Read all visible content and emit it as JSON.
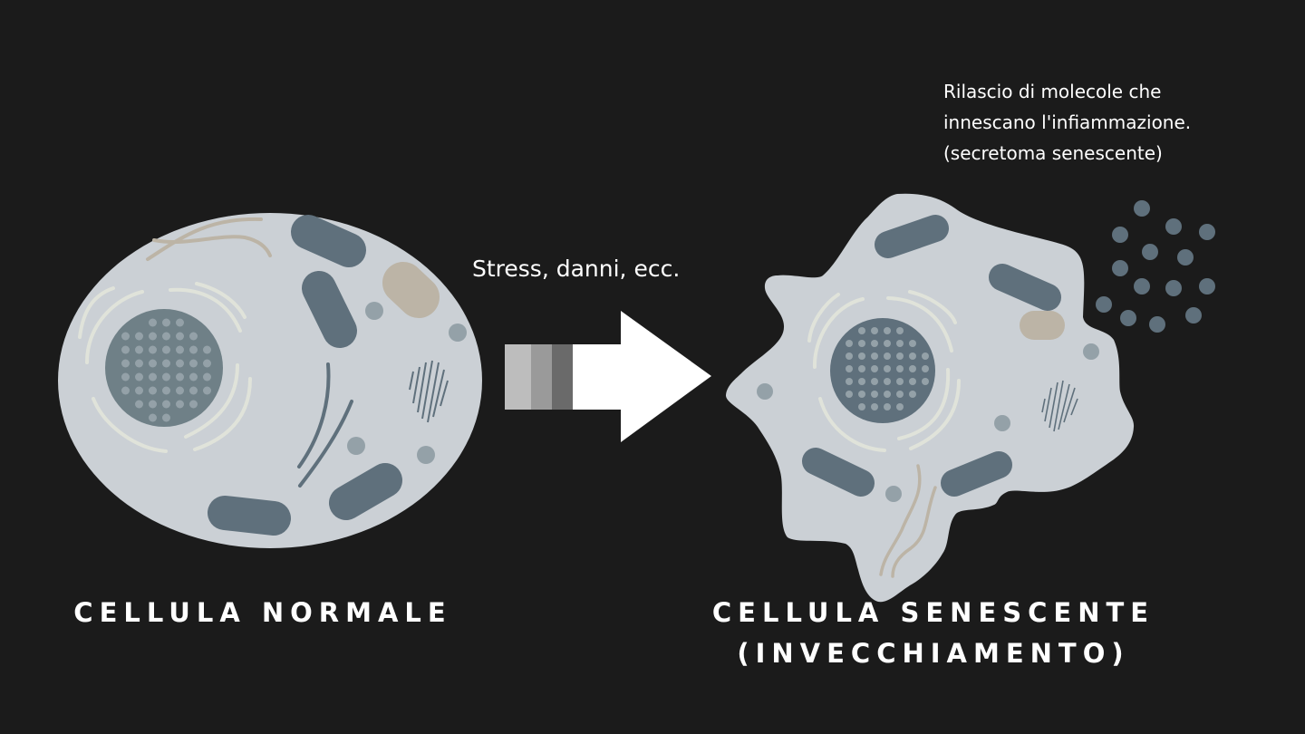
{
  "arrow_label": "Stress, danni, ecc.",
  "release_text": {
    "line1": "Rilascio di molecole che",
    "line2": "innescano l'infiammazione.",
    "line3": "(secretoma senescente)"
  },
  "labels": {
    "normal": "CELLULA NORMALE",
    "senescent_line1": "CELLULA SENESCENTE",
    "senescent_line2": "(INVECCHIAMENTO)"
  },
  "colors": {
    "background": "#1b1b1b",
    "cytoplasm": "#cbd0d5",
    "organelle": "#5f707c",
    "nucleus_normal": "#6f8087",
    "nucleus_senescent": "#5f707c",
    "granule": "#94a1a8",
    "beige": "#bcb4a6",
    "er": "#e0e3da"
  }
}
